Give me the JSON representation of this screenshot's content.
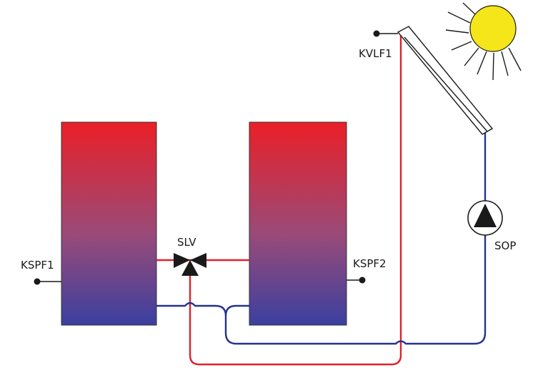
{
  "labels": {
    "storage_sensor_1": "KSPF1",
    "storage_sensor_2": "KSPF2",
    "valve": "SLV",
    "collector_sensor": "KVLF1",
    "pump": "SOP"
  },
  "colors": {
    "hot": "#e0202a",
    "cold": "#23338f",
    "tank_top": "#e8202a",
    "tank_bottom": "#3a3f9e",
    "sun": "#f5e61a",
    "line": "#1a1a1a"
  }
}
